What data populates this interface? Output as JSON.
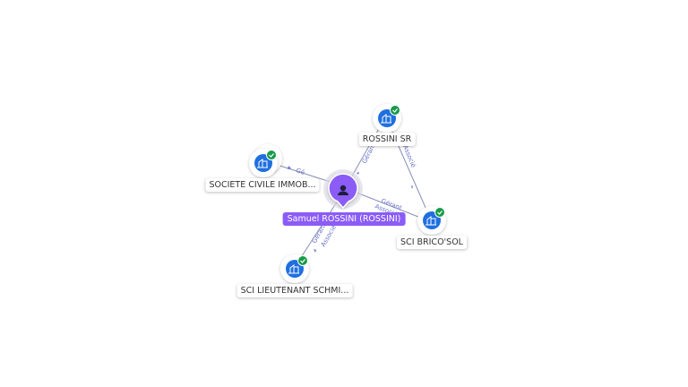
{
  "colors": {
    "edge": "#8a8fb8",
    "edge_text": "#6b74c9",
    "company_fill": "#1f6fe0",
    "check_fill": "#1a9a4a",
    "person_fill": "#8b5cf6"
  },
  "person": {
    "name": "Samuel ROSSINI (ROSSINI)",
    "icon": "user-icon"
  },
  "companies": [
    {
      "id": "rossini-sr",
      "name": "ROSSINI SR",
      "icon": "building-icon",
      "badge": "check-icon"
    },
    {
      "id": "sci-civile",
      "name": "SOCIETE CIVILE IMMOB...",
      "icon": "building-icon",
      "badge": "check-icon"
    },
    {
      "id": "sci-bricosol",
      "name": "SCI BRICO'SOL",
      "icon": "building-icon",
      "badge": "check-icon"
    },
    {
      "id": "sci-lieutenant",
      "name": "SCI LIEUTENANT SCHMI...",
      "icon": "building-icon",
      "badge": "check-icon"
    }
  ],
  "edges": [
    {
      "from": "person",
      "to": "rossini-sr",
      "label": "Gérant"
    },
    {
      "from": "person",
      "to": "sci-civile",
      "label": "Gé"
    },
    {
      "from": "person",
      "to": "sci-bricosol",
      "label": "Gérant",
      "label2": "Associé"
    },
    {
      "from": "person",
      "to": "sci-lieutenant",
      "label": "Gérant",
      "label2": "Associé"
    },
    {
      "from": "rossini-sr",
      "to": "sci-bricosol",
      "label": "Associé"
    }
  ]
}
